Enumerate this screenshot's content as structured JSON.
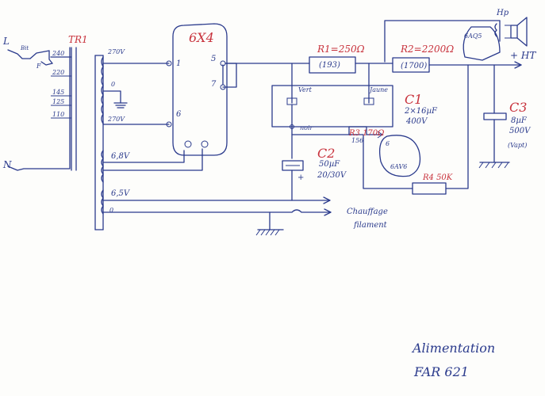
{
  "inputs": {
    "line": "L",
    "neutral": "N",
    "fuse_label": "F",
    "bit_label": "Bit"
  },
  "transformer": {
    "name": "TR1",
    "primary_taps": [
      "240",
      "220",
      "145",
      "125",
      "110"
    ],
    "secondary": [
      "270V",
      "0",
      "270V",
      "6,8V",
      "6,5V",
      "0"
    ]
  },
  "rectifier": {
    "name": "6X4",
    "pins": [
      "1",
      "6",
      "5",
      "7"
    ]
  },
  "resistors": [
    {
      "name": "R1",
      "value": "R1=250Ω",
      "code": "(193)"
    },
    {
      "name": "R2",
      "value": "R2=2200Ω",
      "code": "(1700)"
    },
    {
      "name": "R3",
      "value": "R3 170Ω",
      "code": "156"
    },
    {
      "name": "R4",
      "value": "R4 50K"
    }
  ],
  "capacitors": [
    {
      "name": "C1",
      "value_lines": [
        "2×16µF",
        "400V"
      ],
      "lead_labels": [
        "Vert",
        "Jaune",
        "noir"
      ]
    },
    {
      "name": "C2",
      "value_lines": [
        "50µF",
        "20/30V"
      ],
      "polarity": "+"
    },
    {
      "name": "C3",
      "value_lines": [
        "8µF",
        "500V"
      ],
      "note": "(Vapt)"
    }
  ],
  "other": {
    "tube": "6AV6",
    "pin": "6",
    "speaker": "Hp",
    "speaker_tube": "6AQ5",
    "ht": "+ HT",
    "heater_line1": "Chauffage",
    "heater_line2": "filament"
  },
  "caption": {
    "line1": "Alimentation",
    "line2": "FAR 621"
  }
}
